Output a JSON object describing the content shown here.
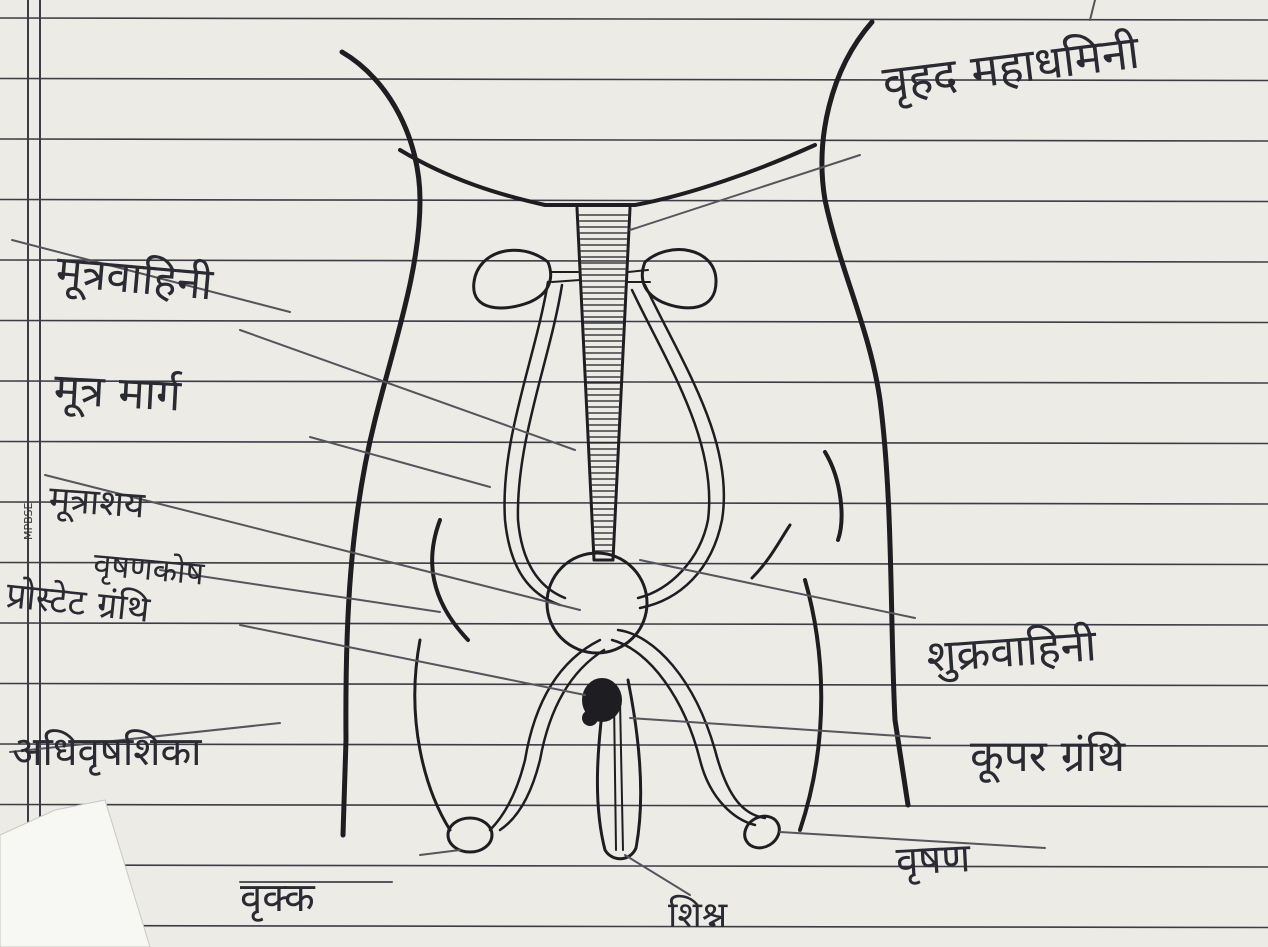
{
  "stamp": "MPBSE",
  "labels": {
    "vrihad_mahadhamani": "वृहद महाधमिनी",
    "mutravahini": "मूत्रवाहिनी",
    "mutramarg": "मूत्र मार्ग",
    "mutrashay": "मूत्राशय",
    "vrishankosh": "वृषणकोष",
    "prostate": "प्रोस्टेट ग्रंथि",
    "adhivrishanika": "अधिवृषशिका",
    "vrikka": "वृक्क",
    "shishna": "शिश्न",
    "vrishan": "वृषण",
    "cooper": "कूपर ग्रंथि",
    "shukravahini": "शुक्रवाहिनी"
  },
  "colors": {
    "paper": "#ecebe6",
    "rule": "#3c3c46",
    "ink": "#1e1e22",
    "label": "#2a2a33"
  }
}
